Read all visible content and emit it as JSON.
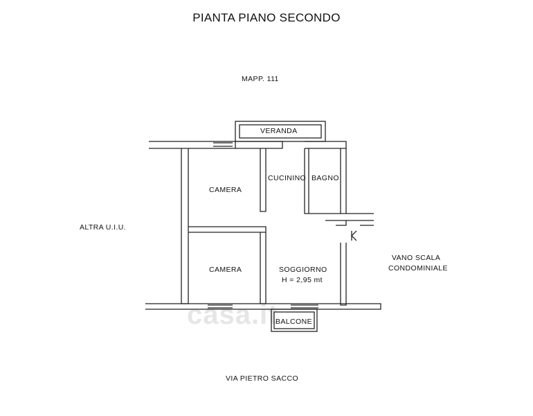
{
  "title": "PIANTA PIANO SECONDO",
  "labels": {
    "mapp": "MAPP. 111",
    "veranda": "VERANDA",
    "camera_top": "CAMERA",
    "camera_bottom": "CAMERA",
    "cucinino": "CUCININO",
    "bagno": "BAGNO",
    "altra": "ALTRA U.I.U.",
    "soggiorno": "SOGGIORNO",
    "height": "H = 2,95 mt",
    "vano_scala_1": "VANO SCALA",
    "vano_scala_2": "CONDOMINIALE",
    "balcone": "BALCONE",
    "street": "VIA  PIETRO  SACCO"
  },
  "watermark": "casa.it"
}
